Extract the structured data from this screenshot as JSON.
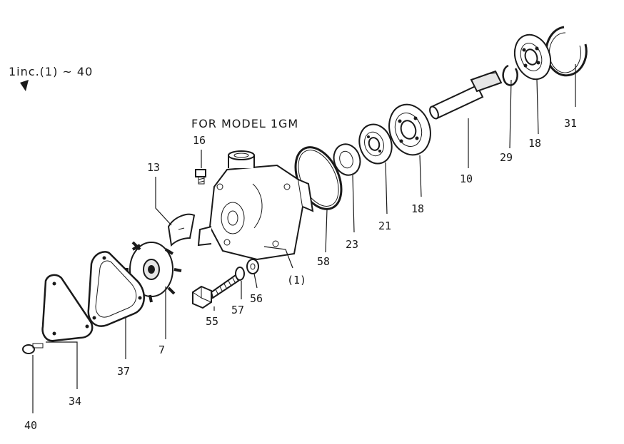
{
  "header": {
    "inc_note": "1inc.(1) ~ 40",
    "model_title": "FOR MODEL 1GM"
  },
  "parts": {
    "p16": "16",
    "p13": "13",
    "p7": "7",
    "p58": "58",
    "p23": "23",
    "p21": "21",
    "p18a": "18",
    "p10": "10",
    "p29": "29",
    "p18b": "18",
    "p31": "31",
    "p1": "(1)",
    "p55": "55",
    "p57": "57",
    "p56": "56",
    "p37": "37",
    "p34": "34",
    "p40": "40"
  }
}
